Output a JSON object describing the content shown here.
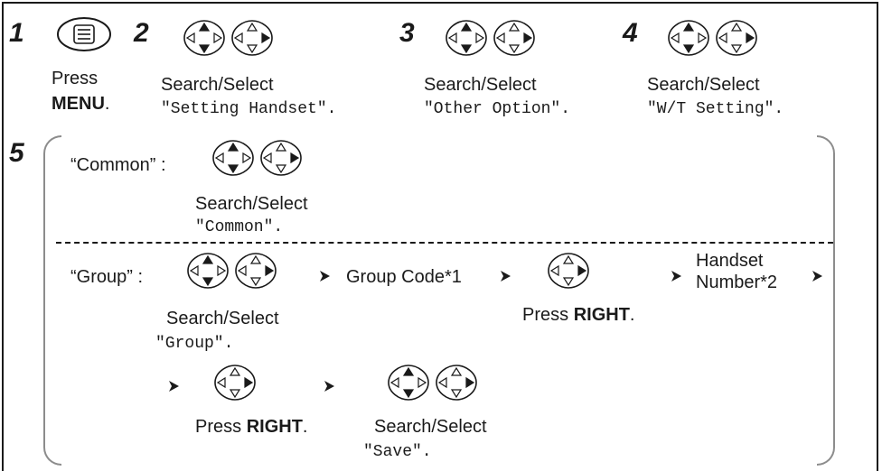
{
  "steps": [
    {
      "number": "1",
      "line1": "Press",
      "line2_key": "MENU",
      "line2_tail": "."
    },
    {
      "number": "2",
      "action": "Search/Select",
      "value": "\"Setting Handset\"."
    },
    {
      "number": "3",
      "action": "Search/Select",
      "value": "\"Other Option\"."
    },
    {
      "number": "4",
      "action": "Search/Select",
      "value": "\"W/T Setting\"."
    },
    {
      "number": "5"
    }
  ],
  "common": {
    "label": "“Common” :",
    "action": "Search/Select",
    "value": "\"Common\"."
  },
  "group": {
    "label": "“Group” :",
    "action": "Search/Select",
    "value": "\"Group\".",
    "group_code": "Group Code*1",
    "press_prefix": "Press ",
    "press_key": "RIGHT",
    "press_tail": ".",
    "handset_line1": "Handset",
    "handset_line2": "Number*2",
    "press2_prefix": "Press ",
    "press2_key": "RIGHT",
    "press2_tail": ".",
    "save_action": "Search/Select",
    "save_value": "\"Save\"."
  },
  "icons": {
    "menu_button": "menu-button-icon",
    "nav_up_down": "navigator-up-down-icon",
    "nav_right": "navigator-right-icon",
    "flow_arrow": "flow-arrow-icon"
  }
}
